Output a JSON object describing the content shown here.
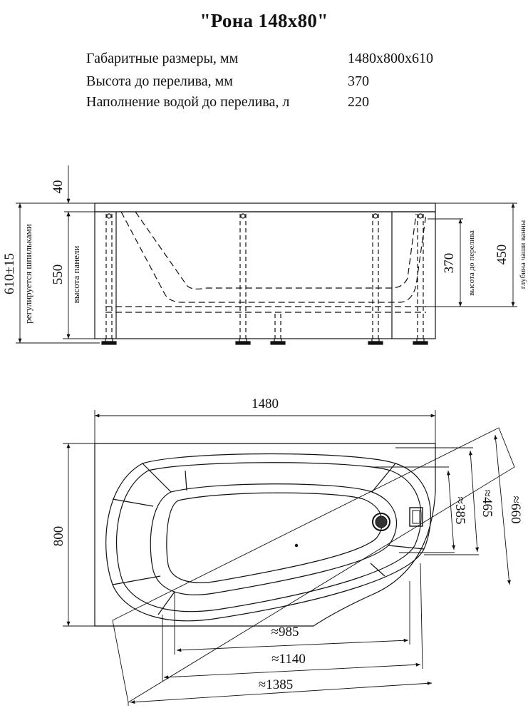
{
  "title": "\"Рона 148х80\"",
  "specs": [
    {
      "label": "Габаритные размеры, мм",
      "value": "1480х800х610"
    },
    {
      "label": "Высота до перелива, мм",
      "value": "370"
    },
    {
      "label": "Наполнение водой до перелива, л",
      "value": "220"
    }
  ],
  "side_view": {
    "dim_top": "40",
    "dim_total": "610±15",
    "dim_total_note": "регулируется шпильками",
    "dim_panel": "550",
    "dim_panel_note": "высота панели",
    "dim_overflow": "370",
    "dim_overflow_note": "высота до перелива",
    "dim_depth": "450",
    "dim_depth_note": "глубина чаши ванны"
  },
  "top_view": {
    "dim_length": "1480",
    "dim_width": "800",
    "dim_385": "≈385",
    "dim_465": "≈465",
    "dim_660": "≈660",
    "dim_985": "≈985",
    "dim_1140": "≈1140",
    "dim_1385": "≈1385"
  }
}
